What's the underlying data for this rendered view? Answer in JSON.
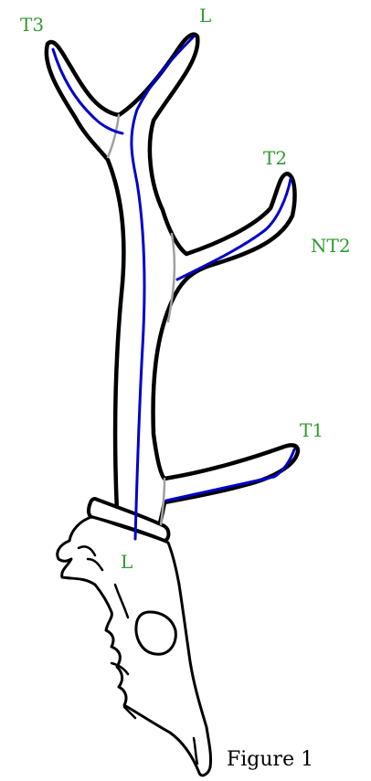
{
  "labels": {
    "t3": "T3",
    "l_top": "L",
    "t2": "T2",
    "nt2": "NT2",
    "t1": "T1",
    "l_base": "L"
  },
  "caption": "Figure 1",
  "colors": {
    "outline": "#000000",
    "centerline": "#0000cc",
    "boundary": "#a0a0a0",
    "label": "#2e9a2e"
  }
}
